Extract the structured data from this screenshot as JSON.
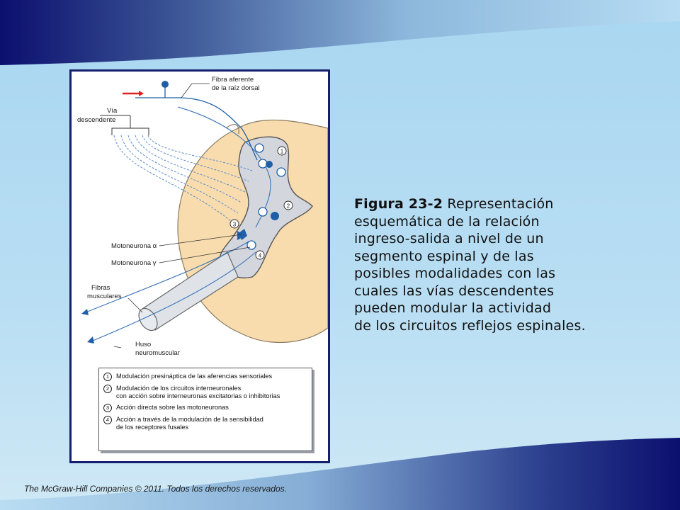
{
  "caption": {
    "figure_number": "Figura 23-2",
    "text_lines": [
      "Representación",
      "esquemática de la relación",
      "ingreso-salida  a nivel de un",
      "segmento espinal y de las",
      "posibles modalidades  con las",
      "cuales las vías descendentes",
      "pueden modular la actividad",
      "de los circuitos reflejos espinales."
    ]
  },
  "diagram": {
    "labels": {
      "afferent_fiber_line1": "Fibra aferente",
      "afferent_fiber_line2": "de la raíz dorsal",
      "descending_path_line1": "Vía",
      "descending_path_line2": "descendente",
      "alpha_motoneuron": "Motoneurona α",
      "gamma_motoneuron": "Motoneurona γ",
      "muscle_fibers_line1": "Fibras",
      "muscle_fibers_line2": "musculares",
      "spindle_line1": "Huso",
      "spindle_line2": "neuromuscular"
    },
    "markers": [
      "1",
      "2",
      "3",
      "4"
    ],
    "legend": [
      {
        "num": "1",
        "text": "Modulación presináptica de las aferencias sensoriales"
      },
      {
        "num": "2",
        "text": "Modulación de los circuitos interneuronales\ncon acción sobre interneuronas excitatorias o inhibitorias"
      },
      {
        "num": "3",
        "text": "Acción directa sobre las motoneuronas"
      },
      {
        "num": "4",
        "text": "Acción a través de la modulación de la sensibilidad\nde los receptores fusales"
      }
    ]
  },
  "footer": {
    "copyright": "The McGraw-Hill  Companies  © 2011.  Todos los derechos  reservados."
  },
  "colors": {
    "frame_border": "#14206e",
    "band_dark": "#0b0f6e",
    "cord_fill": "#f8dcae",
    "gray_matter": "#d3d6dc",
    "neuron_blue": "#1e5fa8",
    "arrow_red": "#e02020"
  }
}
